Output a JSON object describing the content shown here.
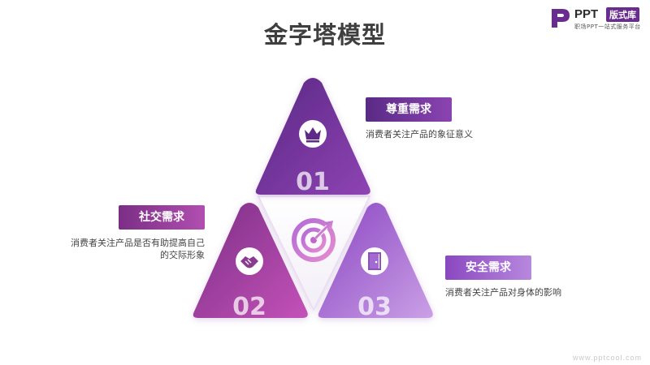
{
  "title": "金字塔模型",
  "logo": {
    "brand": "PPT",
    "badge": "版式库",
    "tagline": "职场PPT一站式服务平台"
  },
  "segments": [
    {
      "number": "01",
      "label": "尊重需求",
      "description": "消费者关注产品的象征意义",
      "icon": "crown-icon"
    },
    {
      "number": "02",
      "label": "社交需求",
      "description_line1": "消费者关注产品是否有助提高自己",
      "description_line2": "的交际形象",
      "icon": "handshake-icon"
    },
    {
      "number": "03",
      "label": "安全需求",
      "description": "消费者关注产品对身体的影响",
      "icon": "door-icon"
    }
  ],
  "center_icon": "target-icon",
  "colors": {
    "deep_purple": "#5b2a86",
    "mid_purple": "#8a3fb0",
    "magenta": "#b94fb6",
    "light_purple": "#c18be0"
  },
  "watermark": "www.pptcool.com"
}
